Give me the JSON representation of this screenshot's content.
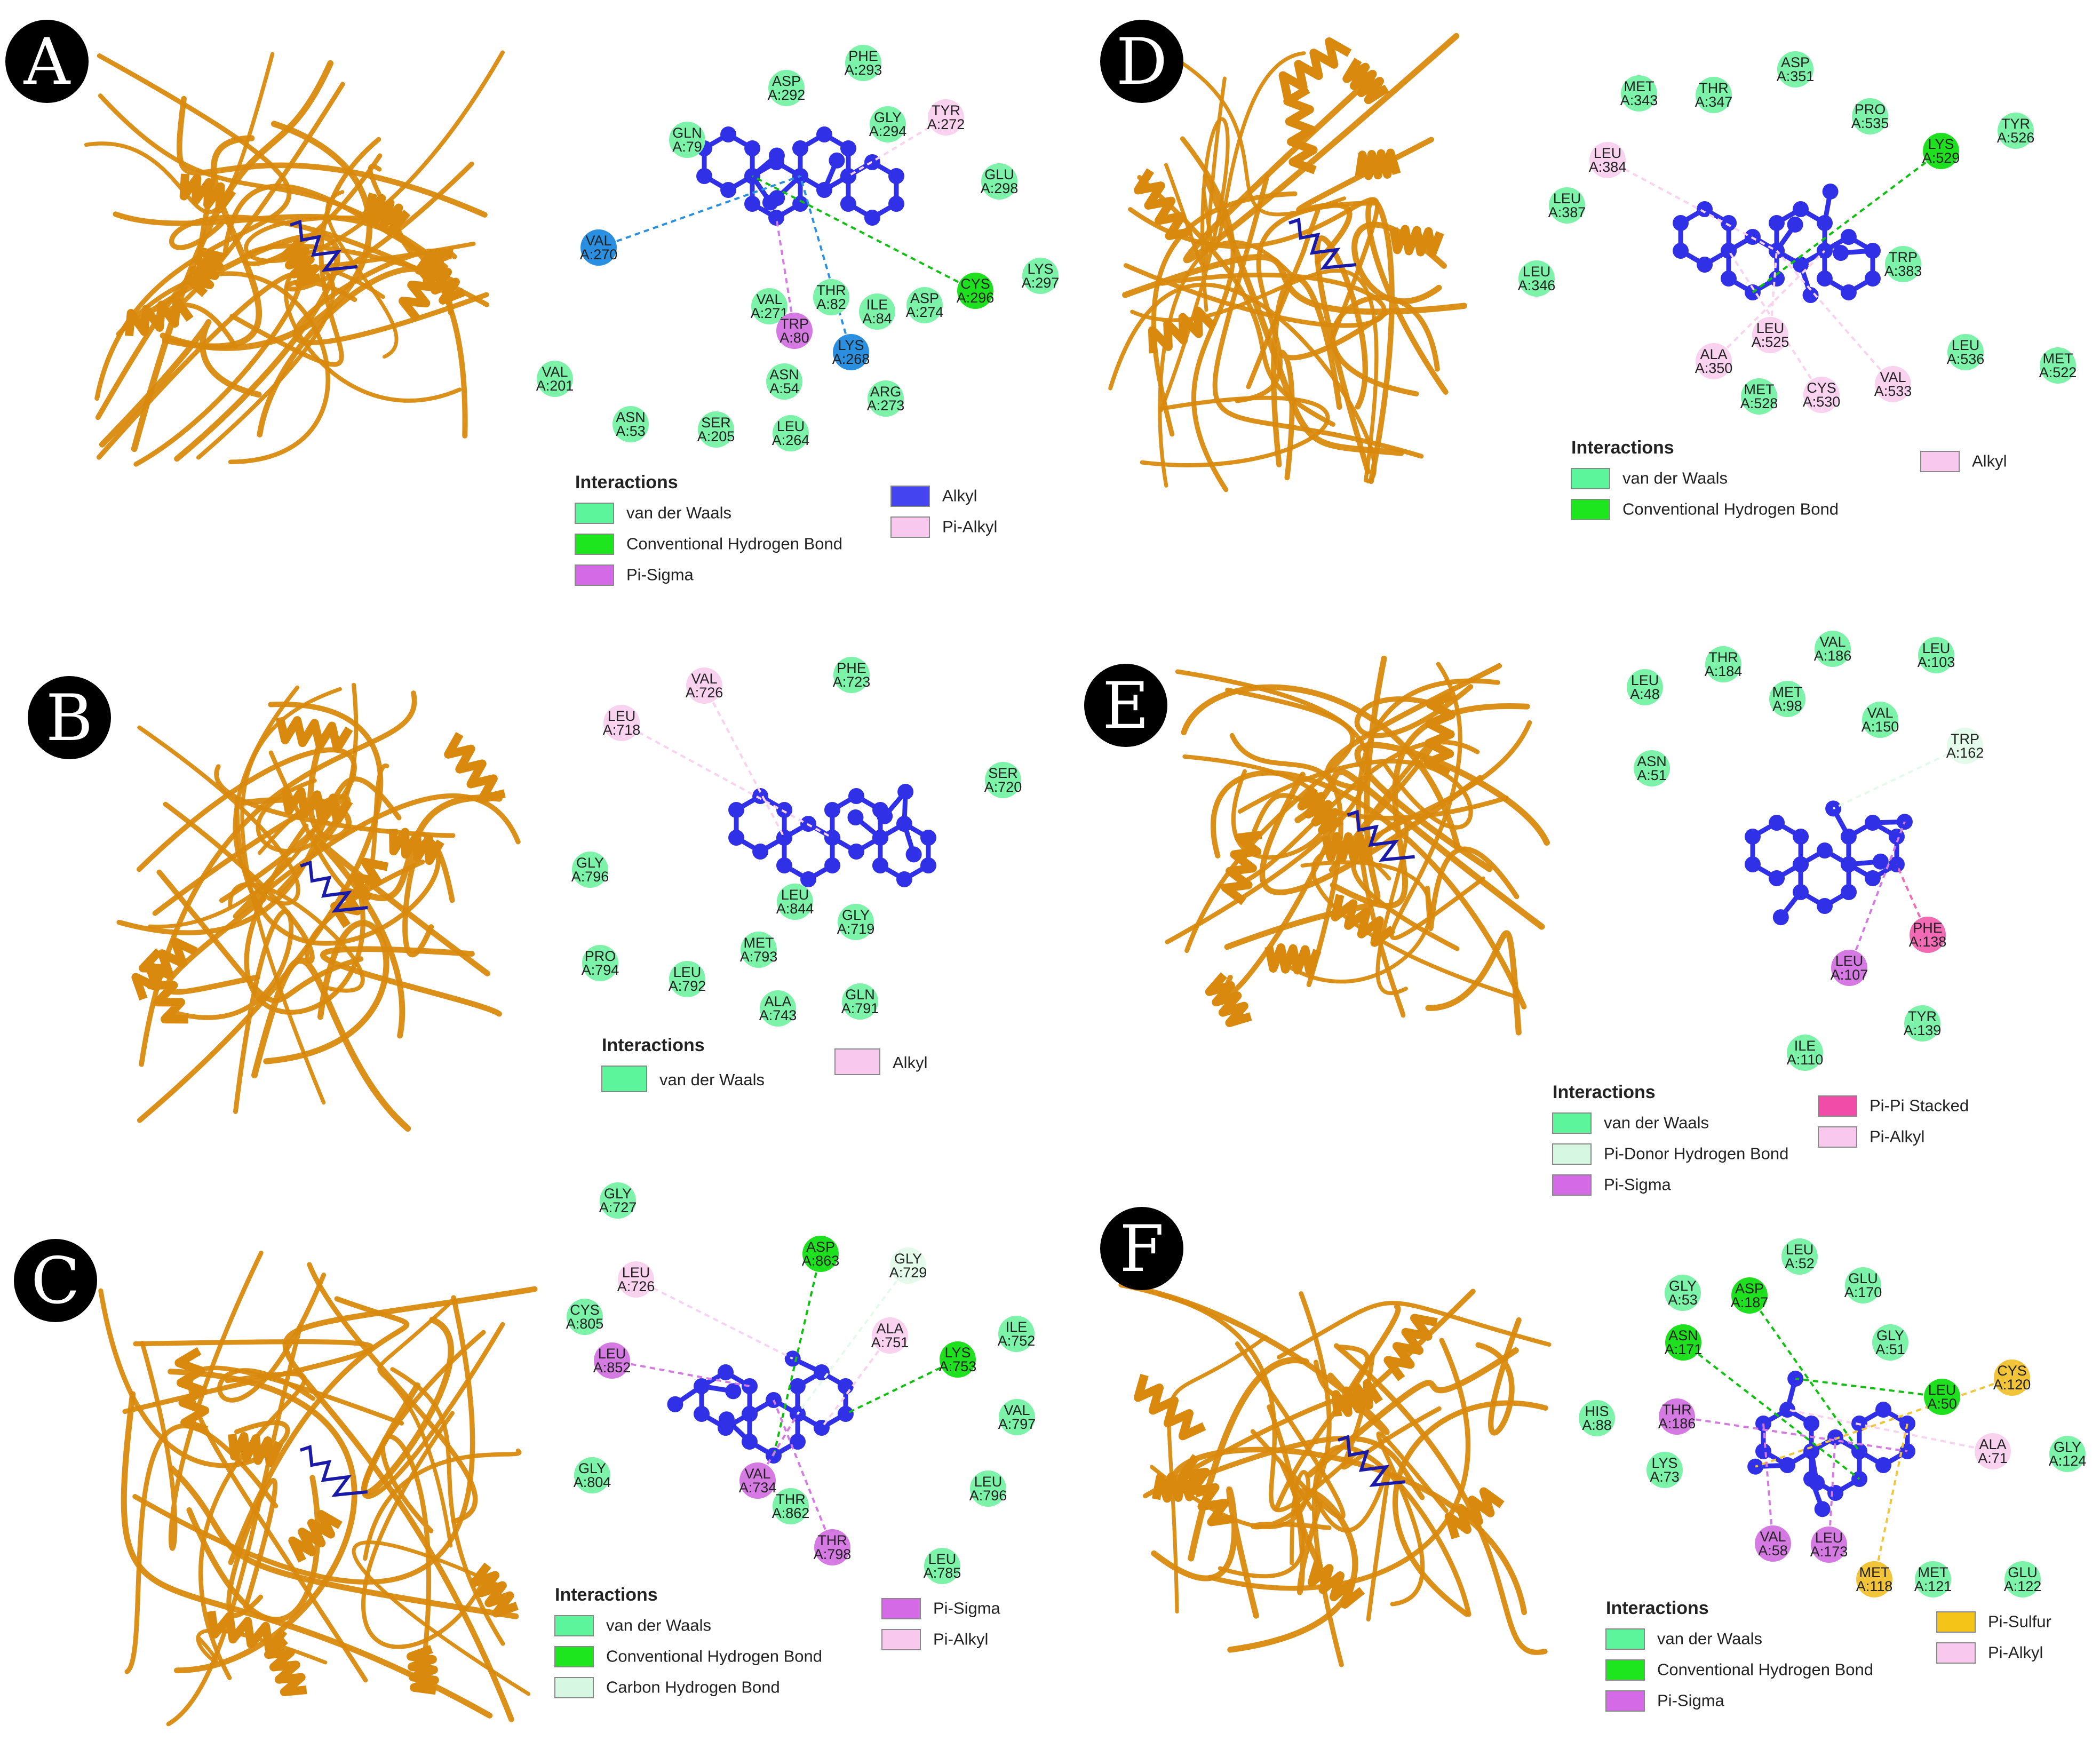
{
  "panels": [
    {
      "id": "A",
      "interactions_title": "Interactions",
      "residues": [
        {
          "label": "PHE A:293",
          "type": "vdw"
        },
        {
          "label": "ASP A:292",
          "type": "vdw"
        },
        {
          "label": "GLY A:294",
          "type": "vdw"
        },
        {
          "label": "TYR A:272",
          "type": "pialkyl"
        },
        {
          "label": "GLN A:79",
          "type": "vdw"
        },
        {
          "label": "GLU A:298",
          "type": "vdw"
        },
        {
          "label": "VAL A:270",
          "type": "special"
        },
        {
          "label": "LYS A:297",
          "type": "vdw"
        },
        {
          "label": "CYS A:296",
          "type": "hbond"
        },
        {
          "label": "THR A:82",
          "type": "vdw"
        },
        {
          "label": "ILE A:84",
          "type": "vdw"
        },
        {
          "label": "ASP A:274",
          "type": "vdw"
        },
        {
          "label": "VAL A:271",
          "type": "vdw"
        },
        {
          "label": "TRP A:80",
          "type": "pisigma"
        },
        {
          "label": "LYS A:268",
          "type": "special"
        },
        {
          "label": "VAL A:201",
          "type": "vdw"
        },
        {
          "label": "ASN A:54",
          "type": "vdw"
        },
        {
          "label": "ARG A:273",
          "type": "vdw"
        },
        {
          "label": "ASN A:53",
          "type": "vdw"
        },
        {
          "label": "SER A:205",
          "type": "vdw"
        },
        {
          "label": "LEU A:264",
          "type": "vdw"
        }
      ],
      "legend": [
        {
          "label": "van der Waals",
          "color": "#5cf59c"
        },
        {
          "label": "Conventional Hydrogen Bond",
          "color": "#1ee61e"
        },
        {
          "label": "Pi-Sigma",
          "color": "#d46ae6"
        },
        {
          "label": "Alkyl",
          "color": "#4444f0"
        },
        {
          "label": "Pi-Alkyl",
          "color": "#f8c8ee"
        }
      ]
    },
    {
      "id": "B",
      "interactions_title": "Interactions",
      "residues": [
        {
          "label": "VAL A:726",
          "type": "pialkyl"
        },
        {
          "label": "PHE A:723",
          "type": "vdw"
        },
        {
          "label": "LEU A:718",
          "type": "pialkyl"
        },
        {
          "label": "SER A:720",
          "type": "vdw"
        },
        {
          "label": "GLY A:796",
          "type": "vdw"
        },
        {
          "label": "LEU A:844",
          "type": "vdw"
        },
        {
          "label": "GLY A:719",
          "type": "vdw"
        },
        {
          "label": "MET A:793",
          "type": "vdw"
        },
        {
          "label": "PRO A:794",
          "type": "vdw"
        },
        {
          "label": "LEU A:792",
          "type": "vdw"
        },
        {
          "label": "ALA A:743",
          "type": "vdw"
        },
        {
          "label": "GLN A:791",
          "type": "vdw"
        }
      ],
      "legend": [
        {
          "label": "van der Waals",
          "color": "#5cf59c"
        },
        {
          "label": "Alkyl",
          "color": "#f8c8ee"
        }
      ]
    },
    {
      "id": "C",
      "interactions_title": "Interactions",
      "residues": [
        {
          "label": "GLY A:727",
          "type": "vdw"
        },
        {
          "label": "ASP A:863",
          "type": "hbond"
        },
        {
          "label": "GLY A:729",
          "type": "carbonh"
        },
        {
          "label": "LEU A:726",
          "type": "pialkyl"
        },
        {
          "label": "CYS A:805",
          "type": "vdw"
        },
        {
          "label": "ALA A:751",
          "type": "pialkyl"
        },
        {
          "label": "ILE A:752",
          "type": "vdw"
        },
        {
          "label": "LEU A:852",
          "type": "pisigma"
        },
        {
          "label": "LYS A:753",
          "type": "hbond"
        },
        {
          "label": "VAL A:797",
          "type": "vdw"
        },
        {
          "label": "GLY A:804",
          "type": "vdw"
        },
        {
          "label": "VAL A:734",
          "type": "pisigma"
        },
        {
          "label": "THR A:862",
          "type": "vdw"
        },
        {
          "label": "LEU A:796",
          "type": "vdw"
        },
        {
          "label": "THR A:798",
          "type": "pisigma"
        },
        {
          "label": "LEU A:785",
          "type": "vdw"
        }
      ],
      "legend": [
        {
          "label": "van der Waals",
          "color": "#5cf59c"
        },
        {
          "label": "Conventional Hydrogen Bond",
          "color": "#1ee61e"
        },
        {
          "label": "Carbon Hydrogen Bond",
          "color": "#d6f8e2"
        },
        {
          "label": "Pi-Sigma",
          "color": "#d46ae6"
        },
        {
          "label": "Pi-Alkyl",
          "color": "#f8c8ee"
        }
      ]
    },
    {
      "id": "D",
      "interactions_title": "Interactions",
      "residues": [
        {
          "label": "ASP A:351",
          "type": "vdw"
        },
        {
          "label": "MET A:343",
          "type": "vdw"
        },
        {
          "label": "THR A:347",
          "type": "vdw"
        },
        {
          "label": "PRO A:535",
          "type": "vdw"
        },
        {
          "label": "TYR A:526",
          "type": "vdw"
        },
        {
          "label": "LYS A:529",
          "type": "hbond"
        },
        {
          "label": "LEU A:384",
          "type": "pialkyl"
        },
        {
          "label": "LEU A:387",
          "type": "vdw"
        },
        {
          "label": "TRP A:383",
          "type": "vdw"
        },
        {
          "label": "LEU A:346",
          "type": "vdw"
        },
        {
          "label": "LEU A:525",
          "type": "pialkyl"
        },
        {
          "label": "ALA A:350",
          "type": "pialkyl"
        },
        {
          "label": "LEU A:536",
          "type": "vdw"
        },
        {
          "label": "MET A:522",
          "type": "vdw"
        },
        {
          "label": "VAL A:533",
          "type": "pialkyl"
        },
        {
          "label": "MET A:528",
          "type": "vdw"
        },
        {
          "label": "CYS A:530",
          "type": "pialkyl"
        }
      ],
      "legend": [
        {
          "label": "van der Waals",
          "color": "#5cf59c"
        },
        {
          "label": "Conventional Hydrogen Bond",
          "color": "#1ee61e"
        },
        {
          "label": "Alkyl",
          "color": "#f8c8ee"
        }
      ]
    },
    {
      "id": "E",
      "interactions_title": "Interactions",
      "residues": [
        {
          "label": "VAL A:186",
          "type": "vdw"
        },
        {
          "label": "THR A:184",
          "type": "vdw"
        },
        {
          "label": "LEU A:103",
          "type": "vdw"
        },
        {
          "label": "LEU A:48",
          "type": "vdw"
        },
        {
          "label": "MET A:98",
          "type": "vdw"
        },
        {
          "label": "VAL A:150",
          "type": "vdw"
        },
        {
          "label": "TRP A:162",
          "type": "pidonor"
        },
        {
          "label": "ASN A:51",
          "type": "vdw"
        },
        {
          "label": "PHE A:138",
          "type": "pipi"
        },
        {
          "label": "LEU A:107",
          "type": "pisigma"
        },
        {
          "label": "TYR A:139",
          "type": "vdw"
        },
        {
          "label": "ILE A:110",
          "type": "vdw"
        }
      ],
      "legend": [
        {
          "label": "van der Waals",
          "color": "#5cf59c"
        },
        {
          "label": "Pi-Donor Hydrogen Bond",
          "color": "#d6f8e2"
        },
        {
          "label": "Pi-Sigma",
          "color": "#d46ae6"
        },
        {
          "label": "Pi-Pi Stacked",
          "color": "#f04ca8"
        },
        {
          "label": "Pi-Alkyl",
          "color": "#f8c8ee"
        }
      ]
    },
    {
      "id": "F",
      "interactions_title": "Interactions",
      "residues": [
        {
          "label": "LEU A:52",
          "type": "vdw"
        },
        {
          "label": "GLY A:53",
          "type": "vdw"
        },
        {
          "label": "ASP A:187",
          "type": "hbond"
        },
        {
          "label": "GLU A:170",
          "type": "vdw"
        },
        {
          "label": "ASN A:171",
          "type": "hbond"
        },
        {
          "label": "GLY A:51",
          "type": "vdw"
        },
        {
          "label": "CYS A:120",
          "type": "pisulfur"
        },
        {
          "label": "HIS A:88",
          "type": "vdw"
        },
        {
          "label": "THR A:186",
          "type": "pisigma"
        },
        {
          "label": "LEU A:50",
          "type": "hbond"
        },
        {
          "label": "ALA A:71",
          "type": "pialkyl"
        },
        {
          "label": "GLY A:124",
          "type": "vdw"
        },
        {
          "label": "LYS A:73",
          "type": "vdw"
        },
        {
          "label": "VAL A:58",
          "type": "pisigma"
        },
        {
          "label": "LEU A:173",
          "type": "pisigma"
        },
        {
          "label": "MET A:118",
          "type": "pisulfur"
        },
        {
          "label": "MET A:121",
          "type": "vdw"
        },
        {
          "label": "GLU A:122",
          "type": "vdw"
        }
      ],
      "legend": [
        {
          "label": "van der Waals",
          "color": "#5cf59c"
        },
        {
          "label": "Conventional Hydrogen Bond",
          "color": "#1ee61e"
        },
        {
          "label": "Pi-Sigma",
          "color": "#d46ae6"
        },
        {
          "label": "Pi-Sulfur",
          "color": "#f5c418"
        },
        {
          "label": "Pi-Alkyl",
          "color": "#f8c8ee"
        }
      ]
    }
  ],
  "type_colors": {
    "vdw": "#7df2a9",
    "hbond": "#1fe01f",
    "pisigma": "#d47ae2",
    "pialkyl": "#f9d2f0",
    "pipi": "#f06ab4",
    "pidonor": "#e4faea",
    "carbonh": "#e4faea",
    "pisulfur": "#f2c43a",
    "special": "#2a8fe0"
  },
  "colors": {
    "protein": "#d98a0e",
    "ligand": "#3030e6",
    "letter_badge": "#000000"
  }
}
